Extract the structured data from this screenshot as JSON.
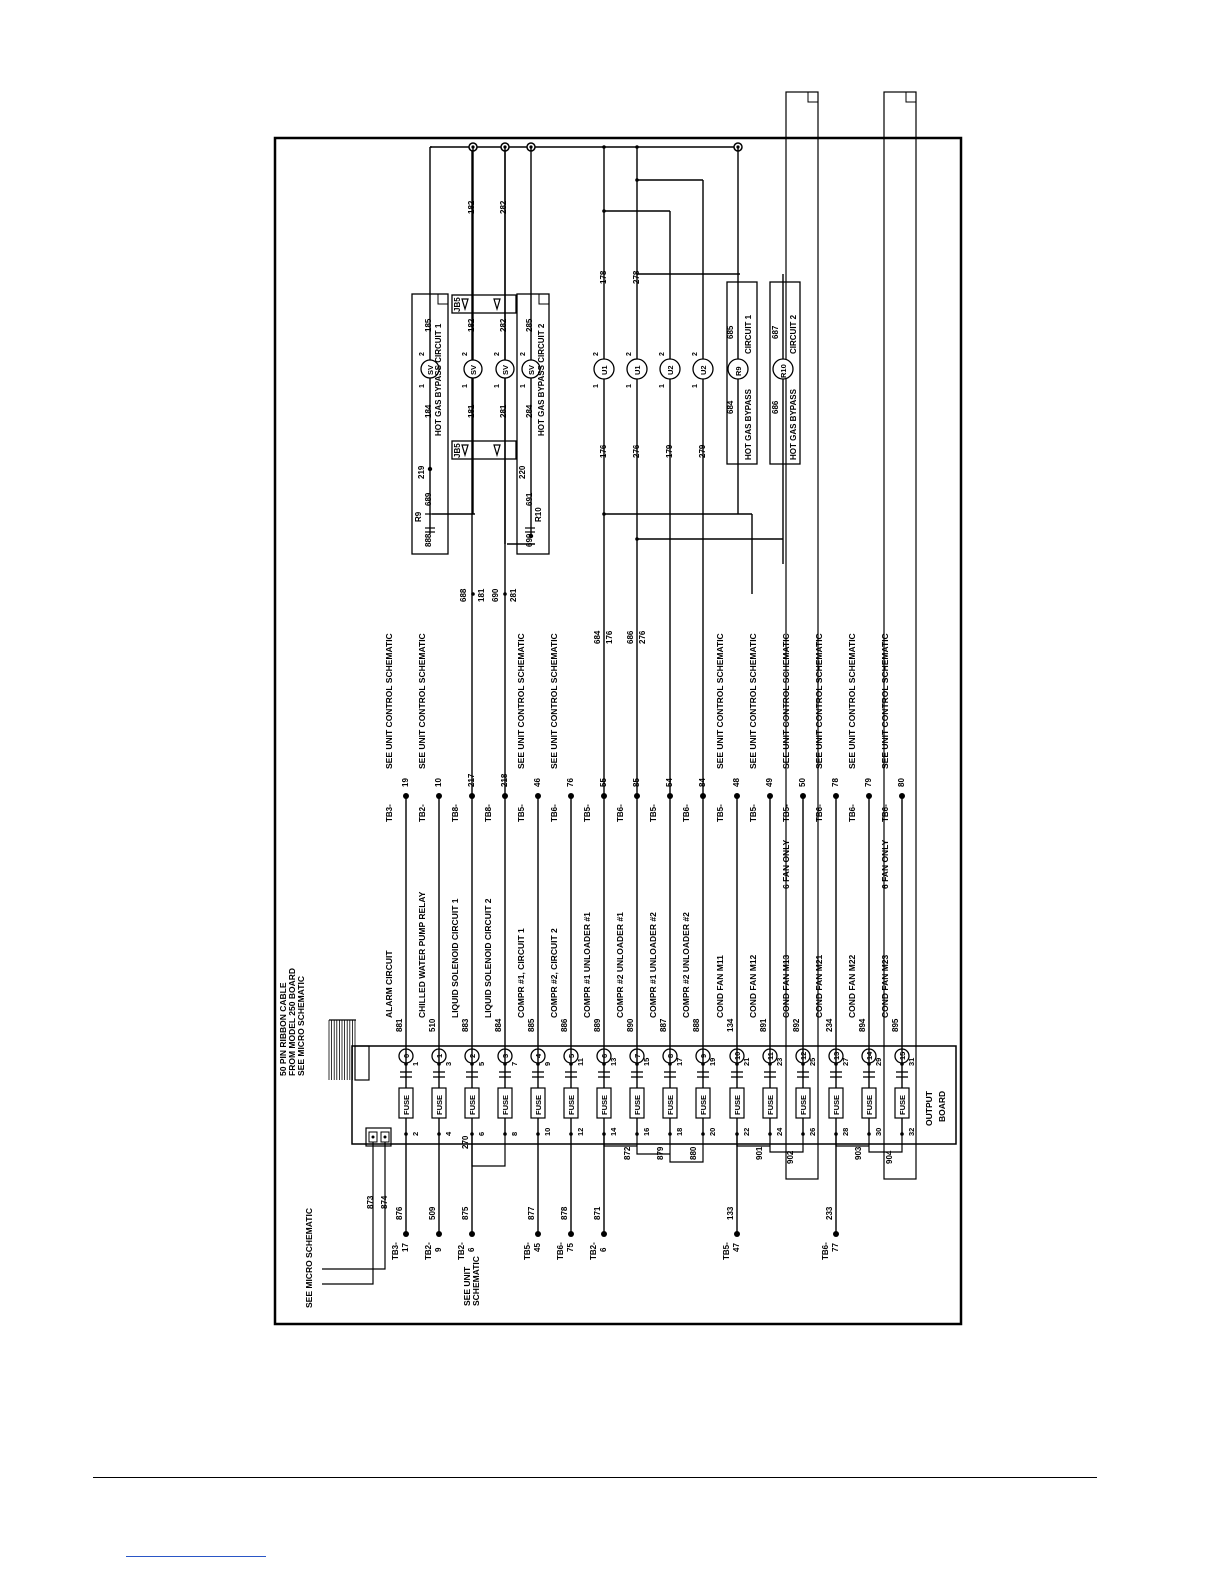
{
  "colors": {
    "ink": "#000000",
    "link": "#2a56c6",
    "paper": "#ffffff"
  },
  "header": {
    "ribbon": [
      "50 PIN RIBBON CABLE",
      "FROM MODEL 250 BOARD",
      "SEE MICRO SCHEMATIC"
    ],
    "see_micro": "SEE MICRO SCHEMATIC",
    "see_unit": [
      "SEE UNIT",
      "SCHEMATIC"
    ],
    "output_board": [
      "OUTPUT",
      "BOARD"
    ],
    "wire_873": "873",
    "wire_874": "874",
    "fuse_label": "FUSE"
  },
  "rows": [
    {
      "ch": "0",
      "in_tb": "TB3-",
      "in_term": "17",
      "in_wire": "876",
      "left_pin": "2",
      "right_pin": "1",
      "out_wire": "881",
      "desc": "ALARM CIRCUIT",
      "note": "",
      "tb": "TB3-",
      "term": "19",
      "ref": "SEE UNIT CONTROL SCHEMATIC"
    },
    {
      "ch": "1",
      "in_tb": "TB2-",
      "in_term": "9",
      "in_wire": "509",
      "left_pin": "4",
      "right_pin": "3",
      "out_wire": "510",
      "desc": "CHILLED WATER PUMP RELAY",
      "note": "",
      "tb": "TB2-",
      "term": "10",
      "ref": "SEE UNIT CONTROL SCHEMATIC"
    },
    {
      "ch": "2",
      "in_tb": "TB2-",
      "in_term": "6",
      "in_wire": "875",
      "left_pin": "6",
      "right_pin": "5",
      "out_wire": "883",
      "desc": "LIQUID SOLENOID CIRCUIT 1",
      "note": "",
      "tb": "TB8-",
      "term": "217",
      "ref": ""
    },
    {
      "ch": "3",
      "in_tb": "",
      "in_term": "",
      "in_wire": "",
      "left_pin": "8",
      "right_pin": "7",
      "out_wire": "884",
      "desc": "LIQUID SOLENOID CIRCUIT 2",
      "note": "",
      "tb": "TB8-",
      "term": "218",
      "ref": ""
    },
    {
      "ch": "4",
      "in_tb": "TB5-",
      "in_term": "45",
      "in_wire": "877",
      "left_pin": "10",
      "right_pin": "9",
      "out_wire": "885",
      "desc": "COMPR #1, CIRCUIT 1",
      "note": "",
      "tb": "TB5-",
      "term": "46",
      "ref": "SEE UNIT CONTROL SCHEMATIC"
    },
    {
      "ch": "5",
      "in_tb": "TB6-",
      "in_term": "75",
      "in_wire": "878",
      "left_pin": "12",
      "right_pin": "11",
      "out_wire": "886",
      "desc": "COMPR #2, CIRCUIT 2",
      "note": "",
      "tb": "TB6-",
      "term": "76",
      "ref": "SEE UNIT CONTROL SCHEMATIC"
    },
    {
      "ch": "6",
      "in_tb": "TB2-",
      "in_term": "6",
      "in_wire": "871",
      "left_pin": "14",
      "right_pin": "13",
      "out_wire": "889",
      "desc": "COMPR #1 UNLOADER #1",
      "note": "",
      "tb": "TB5-",
      "term": "55",
      "ref": ""
    },
    {
      "ch": "7",
      "in_tb": "",
      "in_term": "",
      "in_wire": "",
      "left_pin": "16",
      "right_pin": "15",
      "out_wire": "890",
      "desc": "COMPR #2 UNLOADER #1",
      "note": "",
      "tb": "TB6-",
      "term": "85",
      "ref": ""
    },
    {
      "ch": "8",
      "in_tb": "",
      "in_term": "",
      "in_wire": "",
      "left_pin": "18",
      "right_pin": "17",
      "out_wire": "887",
      "desc": "COMPR #1 UNLOADER #2",
      "note": "",
      "tb": "TB5-",
      "term": "54",
      "ref": ""
    },
    {
      "ch": "9",
      "in_tb": "",
      "in_term": "",
      "in_wire": "",
      "left_pin": "20",
      "right_pin": "19",
      "out_wire": "888",
      "desc": "COMPR #2 UNLOADER #2",
      "note": "",
      "tb": "TB6-",
      "term": "84",
      "ref": ""
    },
    {
      "ch": "10",
      "in_tb": "TB5-",
      "in_term": "47",
      "in_wire": "133",
      "left_pin": "22",
      "right_pin": "21",
      "out_wire": "134",
      "desc": "COND FAN M11",
      "note": "",
      "tb": "TB5-",
      "term": "48",
      "ref": "SEE UNIT CONTROL SCHEMATIC"
    },
    {
      "ch": "11",
      "in_tb": "",
      "in_term": "",
      "in_wire": "",
      "left_pin": "24",
      "right_pin": "23",
      "out_wire": "891",
      "desc": "COND FAN M12",
      "note": "",
      "tb": "TB5-",
      "term": "49",
      "ref": "SEE UNIT CONTROL SCHEMATIC"
    },
    {
      "ch": "12",
      "in_tb": "",
      "in_term": "",
      "in_wire": "",
      "left_pin": "26",
      "right_pin": "25",
      "out_wire": "892",
      "desc": "COND FAN M13",
      "note": "6 FAN ONLY",
      "tb": "TB5-",
      "term": "50",
      "ref": "SEE UNIT CONTROL SCHEMATIC"
    },
    {
      "ch": "13",
      "in_tb": "TB6-",
      "in_term": "77",
      "in_wire": "233",
      "left_pin": "28",
      "right_pin": "27",
      "out_wire": "234",
      "desc": "COND FAN M21",
      "note": "",
      "tb": "TB6-",
      "term": "78",
      "ref": "SEE UNIT CONTROL SCHEMATIC"
    },
    {
      "ch": "14",
      "in_tb": "",
      "in_term": "",
      "in_wire": "",
      "left_pin": "30",
      "right_pin": "29",
      "out_wire": "894",
      "desc": "COND FAN M22",
      "note": "",
      "tb": "TB6-",
      "term": "79",
      "ref": "SEE UNIT CONTROL SCHEMATIC"
    },
    {
      "ch": "15",
      "in_tb": "",
      "in_term": "",
      "in_wire": "",
      "left_pin": "32",
      "right_pin": "31",
      "out_wire": "895",
      "desc": "COND FAN M23",
      "note": "6 FAN ONLY",
      "tb": "TB6-",
      "term": "80",
      "ref": "SEE UNIT CONTROL SCHEMATIC"
    }
  ],
  "jumpers": {
    "j270": "270",
    "j872": "872",
    "j879": "879",
    "j880": "880",
    "j901": "901",
    "j902": "902",
    "j903": "903",
    "j904": "904"
  },
  "splices": {
    "s688": "688",
    "s181": "181",
    "s690": "690",
    "s281": "281",
    "s684": "684",
    "s176": "176",
    "s686": "686",
    "s276": "276"
  },
  "relay_block": {
    "r9": "R9",
    "r10": "R10",
    "jb5": "JB5",
    "w888": "888",
    "w689": "689",
    "w219": "219",
    "w690": "690",
    "w691": "691",
    "w220": "220",
    "w184": "184",
    "w185": "185",
    "w284": "284",
    "w285": "285",
    "w181": "181",
    "w182": "182",
    "w281": "281",
    "w282": "282",
    "sv": "SV",
    "pin1": "1",
    "pin2": "2",
    "hgb1": "HOT GAS BYPASS  CIRCUIT 1",
    "hgb2": "HOT GAS BYPASS  CIRCUIT 2"
  },
  "unloaders": {
    "u1": "U1",
    "u2": "U2",
    "w176": "176",
    "w178": "178",
    "w276": "276",
    "w278": "278",
    "w179": "179",
    "w279": "279",
    "pin1": "1",
    "pin2": "2"
  },
  "hgb_relays": {
    "r9": "R9",
    "r10": "R10",
    "w684": "684",
    "w685": "685",
    "w686": "686",
    "w687": "687",
    "hgb": "HOT GAS BYPASS",
    "c1": "CIRCUIT 1",
    "c2": "CIRCUIT 2"
  }
}
